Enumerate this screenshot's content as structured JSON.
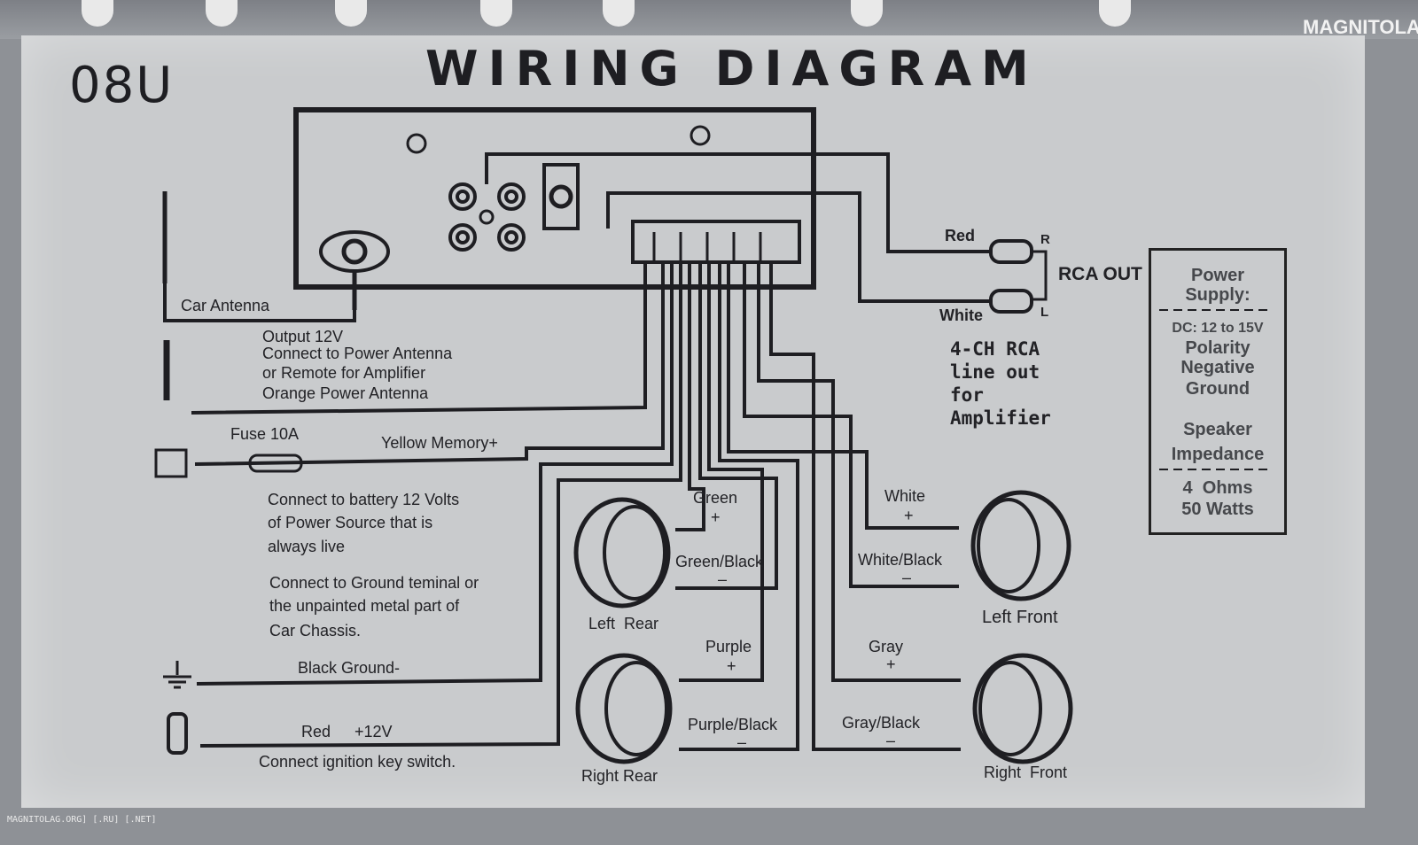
{
  "header": {
    "model": "08U",
    "title": "WIRING DIAGRAM",
    "watermark": "MAGNITOLA",
    "footer_mark": "MAGNITOLAG.ORG] [.RU] [.NET]"
  },
  "left_side": {
    "car_antenna": "Car Antenna",
    "output_line1": "Output 12V",
    "output_line2": "Connect to Power Antenna",
    "output_line3": "or Remote for Amplifier",
    "output_line4": "Orange Power Antenna",
    "fuse": "Fuse 10A",
    "yellow": "Yellow Memory+",
    "battery_line1": "Connect to battery 12 Volts",
    "battery_line2": "of Power Source that is",
    "battery_line3": "always live",
    "ground_line1": "Connect to Ground teminal or",
    "ground_line2": "the unpainted metal part of",
    "ground_line3": "Car Chassis.",
    "black_ground": "Black Ground-",
    "red": "Red",
    "plus12v": "+12V",
    "ignition": "Connect ignition key switch."
  },
  "rca": {
    "red": "Red",
    "white": "White",
    "r": "R",
    "l": "L",
    "rca_out": "RCA OUT",
    "line1": "4-CH  RCA",
    "line2": "line  out",
    "line3": "for",
    "line4": "Amplifier"
  },
  "speakers": {
    "green": "Green",
    "green_black": "Green/Black",
    "left_rear": "Left  Rear",
    "purple": "Purple",
    "purple_black": "Purple/Black",
    "right_rear": "Right Rear",
    "white": "White",
    "white_black": "White/Black",
    "left_front": "Left Front",
    "gray": "Gray",
    "gray_black": "Gray/Black",
    "right_front": "Right  Front",
    "plus": "+",
    "minus": "–"
  },
  "spec": {
    "power1": "Power",
    "power2": "Supply:",
    "dc": "DC: 12 to 15V",
    "polarity": "Polarity",
    "negative": "Negative",
    "ground": "Ground",
    "speaker": "Speaker",
    "impedance": "Impedance",
    "ohms": "4  Ohms",
    "watts": "50 Watts"
  }
}
